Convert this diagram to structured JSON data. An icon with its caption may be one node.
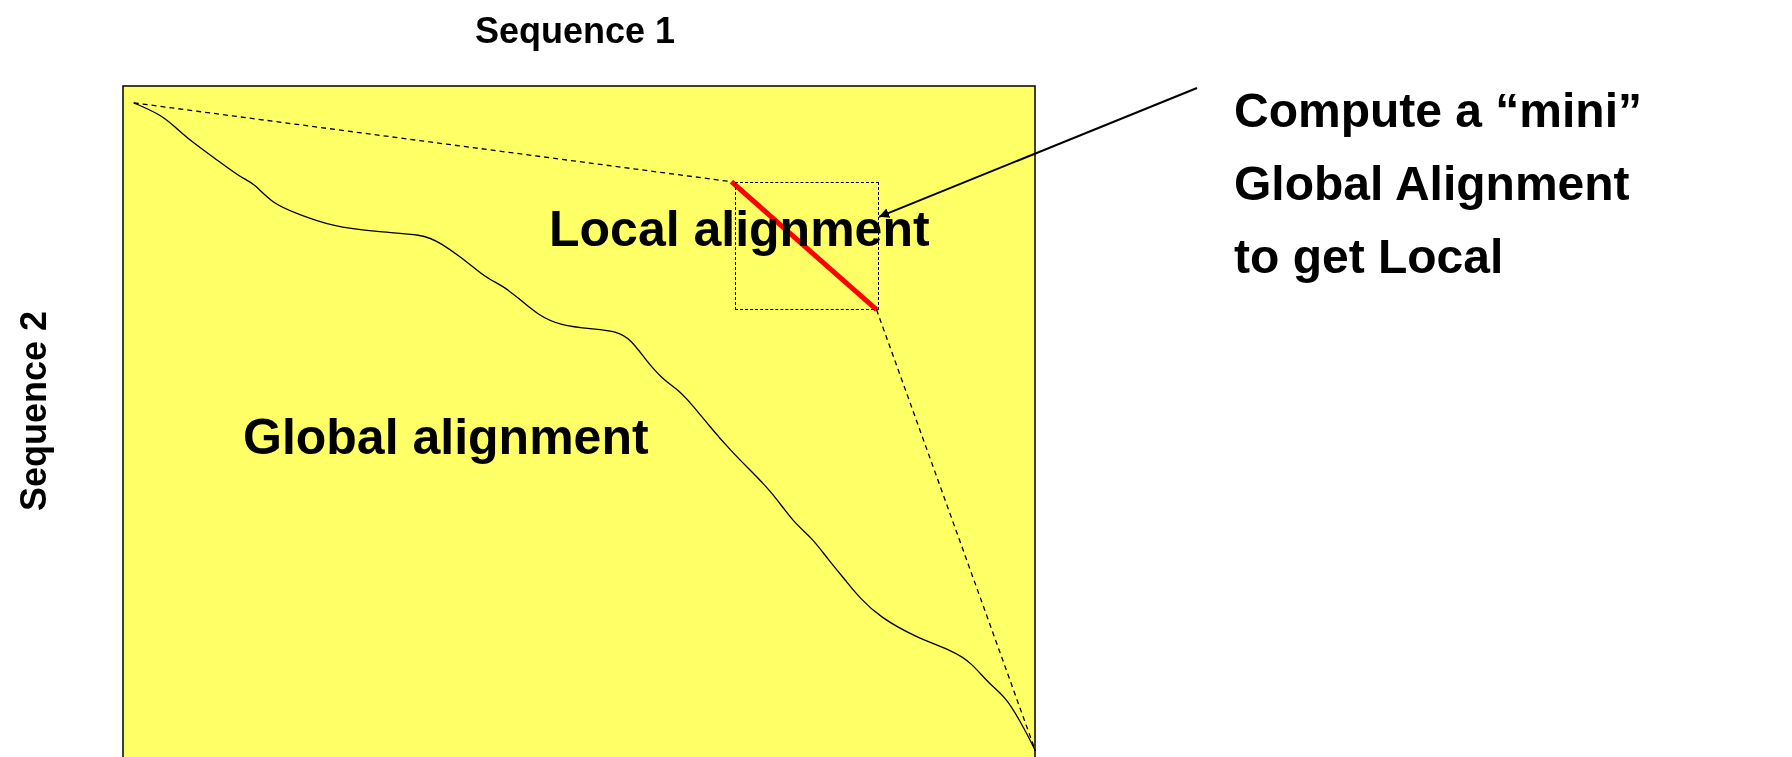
{
  "diagram": {
    "nodes": [
      {
        "text": [
          "Compute a “mini” Global Alignment to get Local"
        ]
      },
      {
        "text": [],
        "shape": "box"
      }
    ],
    "edges": [
      {
        "from": 0,
        "to": 1,
        "arrow": "to"
      }
    ],
    "labels": [
      "Sequence 1",
      "Sequence 2",
      "Local alignment",
      "Global alignment"
    ]
  }
}
